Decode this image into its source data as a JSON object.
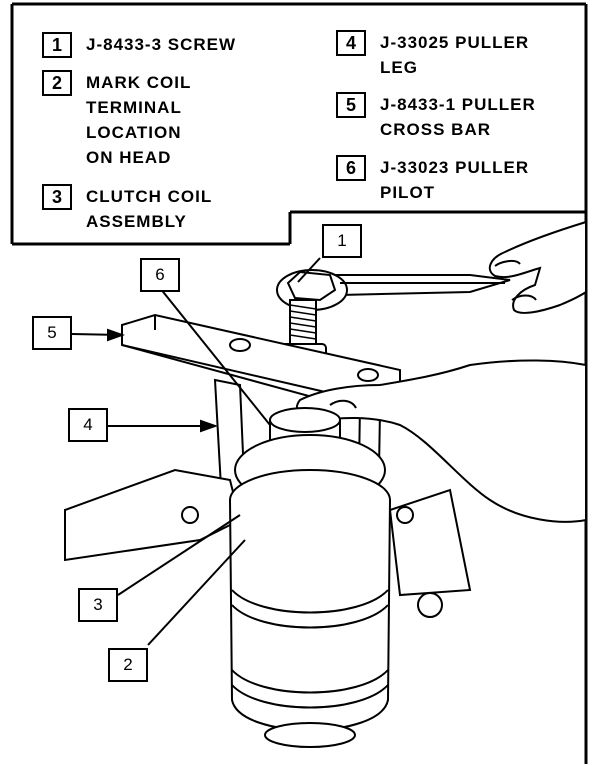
{
  "legend": [
    {
      "num": "1",
      "text": "J-8433-3 SCREW"
    },
    {
      "num": "2",
      "text": "MARK COIL\nTERMINAL\nLOCATION\nON HEAD"
    },
    {
      "num": "3",
      "text": "CLUTCH COIL\nASSEMBLY"
    },
    {
      "num": "4",
      "text": "J-33025 PULLER\nLEG"
    },
    {
      "num": "5",
      "text": "J-8433-1 PULLER\nCROSS BAR"
    },
    {
      "num": "6",
      "text": "J-33023 PULLER\nPILOT"
    }
  ],
  "callouts": [
    "1",
    "2",
    "3",
    "4",
    "5",
    "6"
  ]
}
